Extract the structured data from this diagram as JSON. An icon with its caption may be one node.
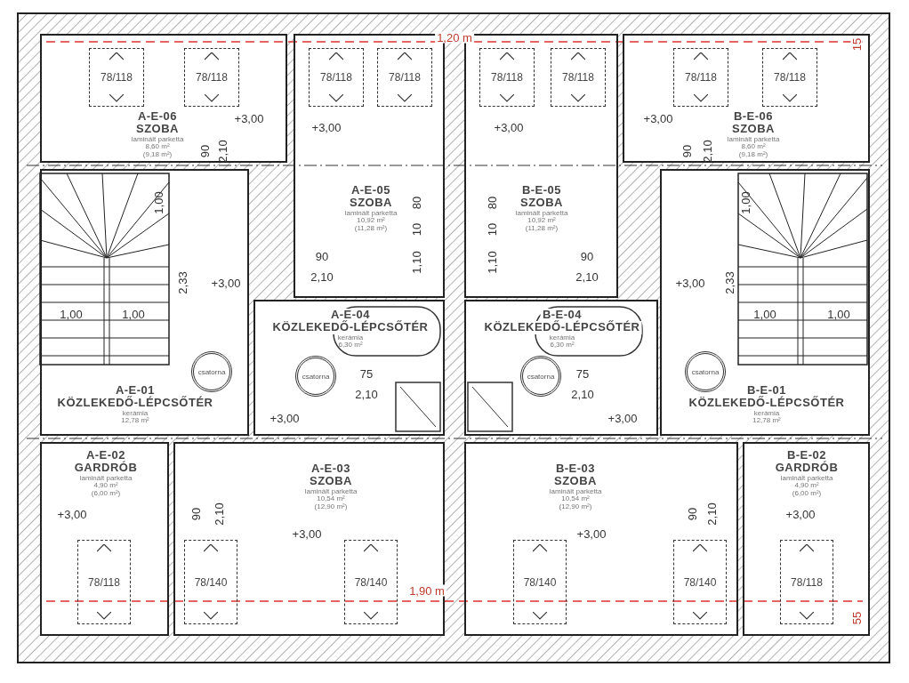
{
  "diagram": {
    "nodes": [
      {
        "text": [
          "A-E-06",
          "SZOBA",
          "laminált parketta",
          "8,60 m²",
          "(9,18 m²)"
        ]
      },
      {
        "text": [
          "78/118"
        ],
        "in": 0
      },
      {
        "text": [
          "78/118"
        ],
        "in": 0
      },
      {
        "text": [
          "A-E-05",
          "SZOBA",
          "laminált parketta",
          "10,92 m²",
          "(11,28 m²)"
        ]
      },
      {
        "text": [
          "78/118"
        ],
        "in": 3
      },
      {
        "text": [
          "78/118"
        ],
        "in": 3
      },
      {
        "text": [
          "B-E-05",
          "SZOBA",
          "laminált parketta",
          "10,92 m²",
          "(11,28 m²)"
        ]
      },
      {
        "text": [
          "78/118"
        ],
        "in": 6
      },
      {
        "text": [
          "78/118"
        ],
        "in": 6
      },
      {
        "text": [
          "B-E-06",
          "SZOBA",
          "laminált parketta",
          "8,60 m²",
          "(9,18 m²)"
        ]
      },
      {
        "text": [
          "78/118"
        ],
        "in": 9
      },
      {
        "text": [
          "78/118"
        ],
        "in": 9
      },
      {
        "text": [
          "A-E-01",
          "KÖZLEKEDŐ-LÉPCSŐTÉR",
          "kerámia",
          "12,78 m²"
        ]
      },
      {
        "text": [
          "csatorna"
        ],
        "in": 12
      },
      {
        "text": [
          "A-E-04",
          "KÖZLEKEDŐ-LÉPCSŐTÉR",
          "kerámia",
          "6,30 m²"
        ]
      },
      {
        "text": [
          "csatorna"
        ],
        "in": 14
      },
      {
        "text": [
          "B-E-04",
          "KÖZLEKEDŐ-LÉPCSŐTÉR",
          "kerámia",
          "6,30 m²"
        ]
      },
      {
        "text": [
          "csatorna"
        ],
        "in": 16
      },
      {
        "text": [
          "B-E-01",
          "KÖZLEKEDŐ-LÉPCSŐTÉR",
          "kerámia",
          "12,78 m²"
        ]
      },
      {
        "text": [
          "csatorna"
        ],
        "in": 18
      },
      {
        "text": [
          "A-E-02",
          "GARDRÓB",
          "laminált parketta",
          "4,90 m²",
          "(6,00 m²)"
        ]
      },
      {
        "text": [
          "78/118"
        ],
        "in": 20
      },
      {
        "text": [
          "A-E-03",
          "SZOBA",
          "laminált parketta",
          "10,54 m²",
          "(12,90 m²)"
        ]
      },
      {
        "text": [
          "78/140"
        ],
        "in": 22
      },
      {
        "text": [
          "78/140"
        ],
        "in": 22
      },
      {
        "text": [
          "B-E-03",
          "SZOBA",
          "laminált parketta",
          "10,54 m²",
          "(12,90 m²)"
        ]
      },
      {
        "text": [
          "78/140"
        ],
        "in": 25
      },
      {
        "text": [
          "78/140"
        ],
        "in": 25
      },
      {
        "text": [
          "B-E-02",
          "GARDRÓB",
          "laminált parketta",
          "4,90 m²",
          "(6,00 m²)"
        ]
      },
      {
        "text": [
          "78/118"
        ],
        "in": 28
      }
    ],
    "edges": [],
    "labels": [
      "1,20 m",
      "15",
      "+3,00",
      "+3,00",
      "+3,00",
      "+3,00",
      "90",
      "2,10",
      "90",
      "2,10",
      "80",
      "10",
      "1,10",
      "10",
      "80",
      "1,10",
      "1,00",
      "1,00",
      "90",
      "2,10",
      "90",
      "2,10",
      "2,33",
      "+3,00",
      "+3,00",
      "2,33",
      "1,00",
      "1,00",
      "1,00",
      "1,00",
      "75",
      "75",
      "2,10",
      "2,10",
      "+3,00",
      "+3,00",
      "90",
      "2,10",
      "90",
      "2,10",
      "+3,00",
      "+3,00",
      "+3,00",
      "+3,00",
      "1,90 m",
      "55"
    ]
  }
}
